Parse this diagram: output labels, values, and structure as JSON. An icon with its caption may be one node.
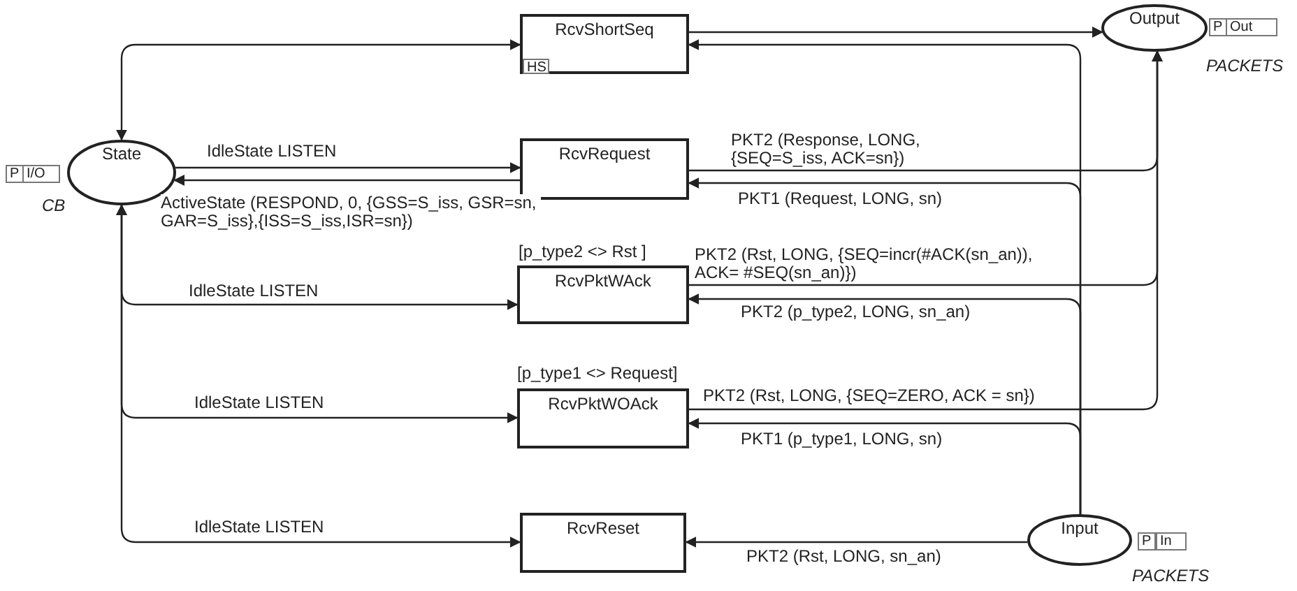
{
  "diagram": {
    "nodes": [
      {
        "text": [
          "RcvShortSeq"
        ]
      },
      {
        "text": [
          "HS"
        ],
        "in": 0
      },
      {
        "text": [
          "Output"
        ],
        "beside": [
          "P",
          "Out",
          "PACKETS"
        ]
      },
      {
        "text": [
          "State"
        ],
        "beside": [
          "P",
          "I/O",
          "CB"
        ]
      },
      {
        "text": [
          "RcvRequest"
        ]
      },
      {
        "text": [
          "RcvPktWAck"
        ],
        "beside": [
          "[p_type2 <> Rst ]"
        ]
      },
      {
        "text": [
          "RcvPktWOAck"
        ],
        "beside": [
          "[p_type1 <> Request]"
        ]
      },
      {
        "text": [
          "RcvReset"
        ]
      },
      {
        "text": [
          "Input"
        ],
        "beside": [
          "P",
          "In",
          "PACKETS"
        ]
      }
    ],
    "edges": [
      {
        "from": 3,
        "to": 0,
        "arrow": "both"
      },
      {
        "from": 0,
        "to": 2,
        "arrow": "to"
      },
      {
        "from": 8,
        "to": 0,
        "arrow": "to"
      },
      {
        "from": 3,
        "to": 4,
        "arrow": "to",
        "label": "IdleState LISTEN"
      },
      {
        "from": 4,
        "to": 3,
        "arrow": "to",
        "label": "ActiveState  (RESPOND, 0, {GSS=S_iss, GSR=sn, GAR=S_iss},{ISS=S_iss,ISR=sn})"
      },
      {
        "from": 4,
        "to": 2,
        "arrow": "to",
        "label": "PKT2 (Response, LONG, {SEQ=S_iss, ACK=sn})"
      },
      {
        "from": 8,
        "to": 4,
        "arrow": "to",
        "label": "PKT1 (Request, LONG, sn)"
      },
      {
        "from": 3,
        "to": 5,
        "arrow": "both",
        "label": "IdleState LISTEN"
      },
      {
        "from": 5,
        "to": 2,
        "arrow": "to",
        "label": "PKT2 (Rst, LONG, {SEQ=incr(#ACK(sn_an)), ACK= #SEQ(sn_an)})"
      },
      {
        "from": 8,
        "to": 5,
        "arrow": "to",
        "label": "PKT2 (p_type2, LONG, sn_an)"
      },
      {
        "from": 3,
        "to": 6,
        "arrow": "both",
        "label": "IdleState LISTEN"
      },
      {
        "from": 6,
        "to": 2,
        "arrow": "to",
        "label": "PKT2 (Rst, LONG, {SEQ=ZERO, ACK = sn})"
      },
      {
        "from": 8,
        "to": 6,
        "arrow": "to",
        "label": "PKT1 (p_type1, LONG, sn)"
      },
      {
        "from": 3,
        "to": 7,
        "arrow": "both",
        "label": "IdleState LISTEN"
      },
      {
        "from": 8,
        "to": 7,
        "arrow": "to",
        "label": "PKT2 (Rst, LONG, sn_an)"
      }
    ]
  }
}
